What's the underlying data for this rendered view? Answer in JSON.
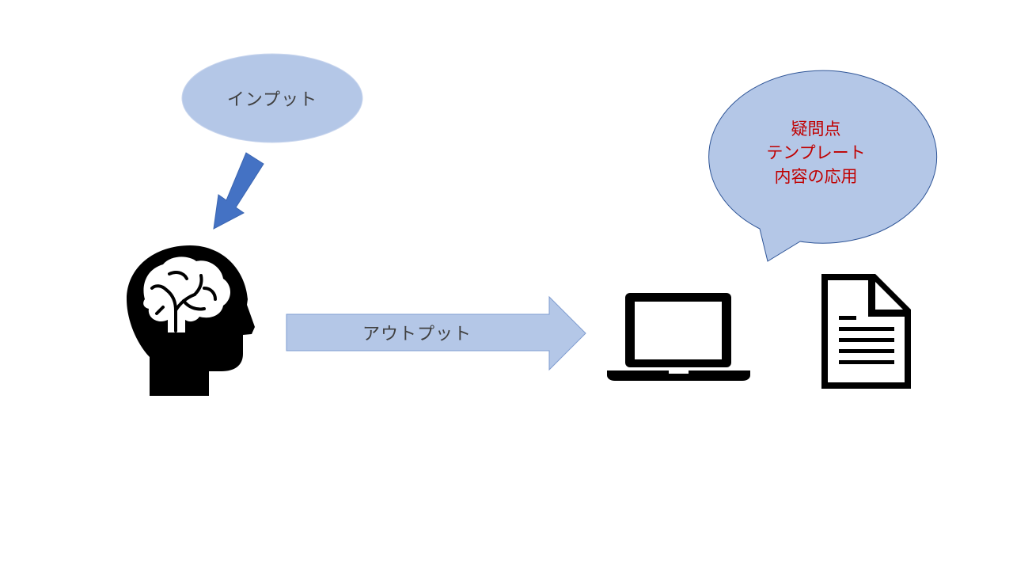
{
  "diagram": {
    "input_label": "インプット",
    "output_label": "アウトプット",
    "speech_bubble": {
      "lines": [
        "疑問点",
        "テンプレート",
        "内容の応用"
      ]
    }
  },
  "icons": {
    "head": "brain-head-icon",
    "laptop": "laptop-icon",
    "document": "document-icon"
  },
  "colors": {
    "shape_fill": "#b4c7e7",
    "arrow_fill": "#4472c4",
    "bubble_text": "#c00000",
    "label_text": "#404040",
    "icon_fill": "#000000"
  }
}
